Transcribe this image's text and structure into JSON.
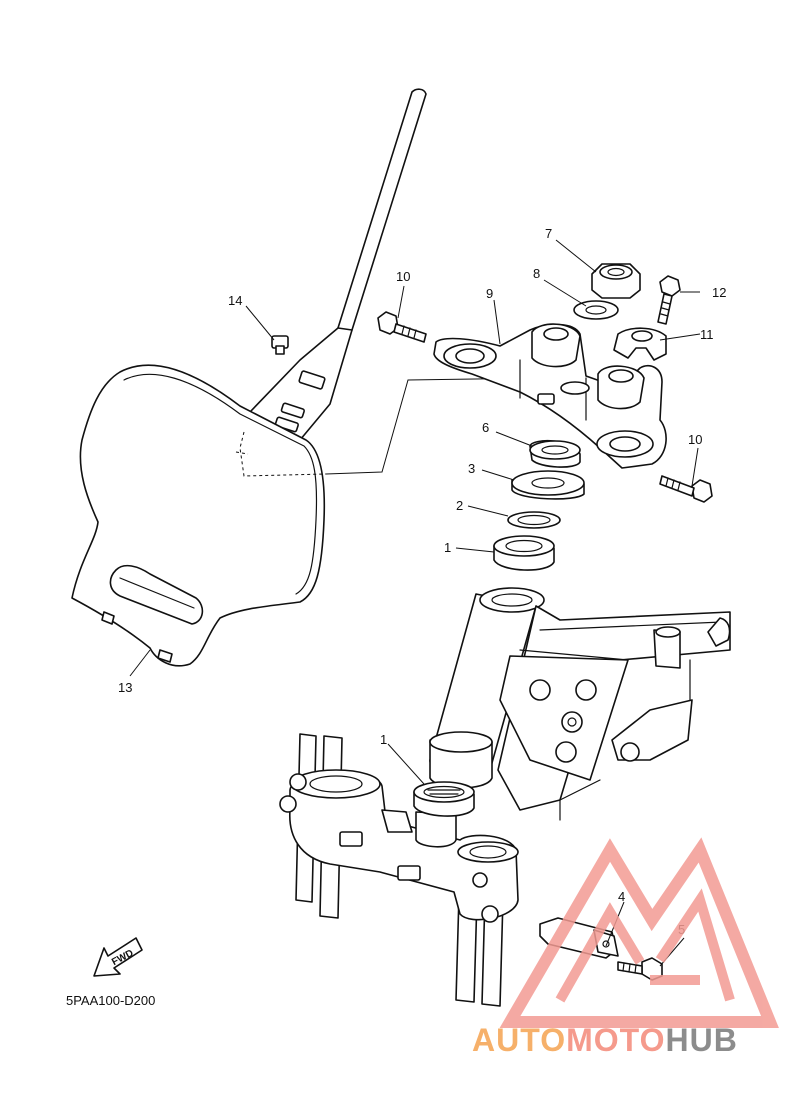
{
  "diagram": {
    "code": "5PAA100-D200",
    "fwd_label": "FWD",
    "callouts": {
      "c1a": "1",
      "c1b": "1",
      "c2": "2",
      "c3": "3",
      "c4": "4",
      "c5": "5",
      "c6": "6",
      "c7": "7",
      "c8": "8",
      "c9": "9",
      "c10a": "10",
      "c10b": "10",
      "c11": "11",
      "c12": "12",
      "c13": "13",
      "c14": "14"
    }
  },
  "watermark": {
    "part1": "AUTO",
    "part2": "MOTO",
    "part3": "HUB",
    "colors": {
      "auto": "#f6b06a",
      "moto": "#f59a8c",
      "hub": "#8c8c8c",
      "triangle": "#f39b93"
    }
  }
}
